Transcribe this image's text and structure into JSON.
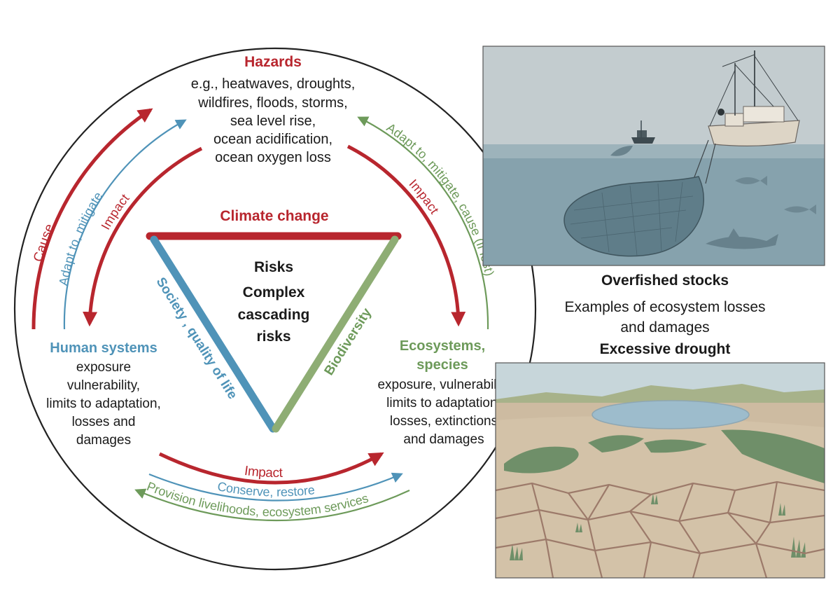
{
  "hazards": {
    "title": "Hazards",
    "lines": [
      "e.g., heatwaves, droughts,",
      "wildfires, floods, storms,",
      "sea level rise,",
      "ocean acidification,",
      "ocean oxygen loss"
    ]
  },
  "triangle": {
    "top": "Climate change",
    "left": "Society , quality of life",
    "right": "Biodiversity",
    "center": [
      "Risks",
      "Complex",
      "cascading",
      "risks"
    ]
  },
  "human_systems": {
    "title": "Human systems",
    "lines": [
      "exposure",
      "vulnerability,",
      "limits to adaptation,",
      "losses and",
      "damages"
    ]
  },
  "ecosystems": {
    "title_lines": [
      "Ecosystems,",
      "species"
    ],
    "lines": [
      "exposure, vulnerability",
      "limits to adaptation,",
      "losses, extinctions",
      "and damages"
    ]
  },
  "arrows": {
    "cause": "Cause",
    "adapt_mitigate": "Adapt to, mitigate",
    "impact_left": "Impact",
    "impact_right": "Impact",
    "adapt_mitigate_cause": "Adapt to, mitigate, cause (if lost)",
    "impact_bottom": "Impact",
    "conserve_restore": "Conserve, restore",
    "provision": "Provision livelihoods, ecosystem services"
  },
  "panels": {
    "overfished_title": "Overfished stocks",
    "examples_line1": "Examples of ecosystem losses",
    "examples_line2": "and damages",
    "drought_title": "Excessive drought"
  },
  "colors": {
    "red": "#b8262e",
    "blue": "#4f93b8",
    "green": "#6d9a5a",
    "sea_sky": "#b9c4c8",
    "sea_water": "#7f9ca8",
    "soil": "#cbb89d",
    "crack": "#9c7a6a"
  },
  "icons": [
    "boat-icon",
    "trawler-icon",
    "fishing-net-icon",
    "fish-icon",
    "shark-icon",
    "pond-icon",
    "grass-icon",
    "cracked-soil-icon"
  ]
}
